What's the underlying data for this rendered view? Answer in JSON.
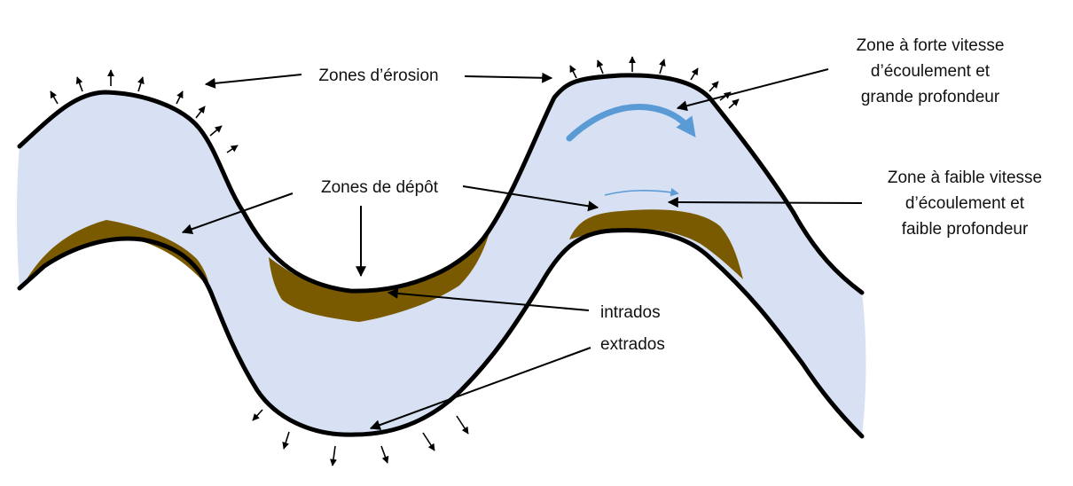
{
  "labels": {
    "erosion": "Zones d’érosion",
    "depot": "Zones de dépôt",
    "fast_line1": "Zone à forte vitesse",
    "fast_line2": "d’écoulement et",
    "fast_line3": "grande profondeur",
    "slow_line1": "Zone à faible vitesse",
    "slow_line2": "d’écoulement et",
    "slow_line3": "faible profondeur",
    "intrados": "intrados",
    "extrados": "extrados"
  },
  "colors": {
    "water": "#d7e1f3",
    "sediment": "#7a5a00",
    "bank": "#000000",
    "flow": "#5b9bd5"
  }
}
